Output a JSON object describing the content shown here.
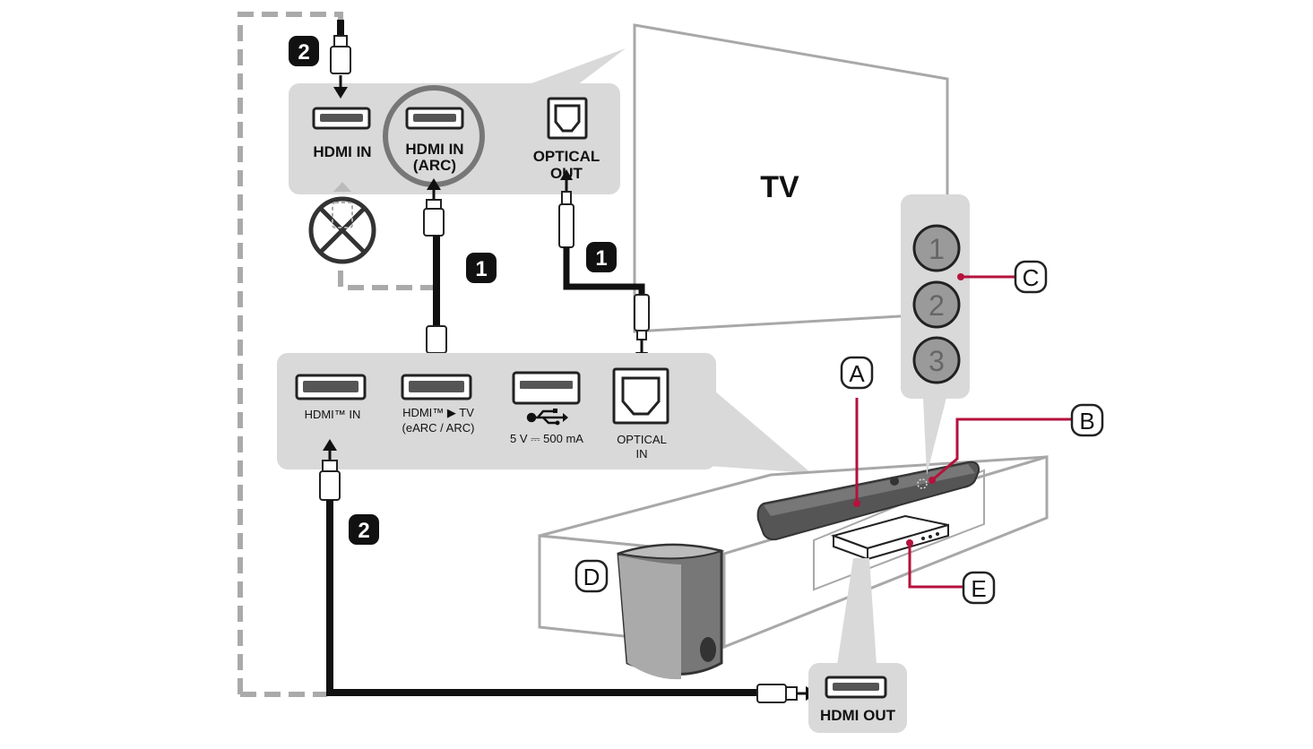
{
  "tv": {
    "label": "TV"
  },
  "tv_ports": {
    "hdmi_in": "HDMI IN",
    "hdmi_in_arc_line1": "HDMI IN",
    "hdmi_in_arc_line2": "(ARC)",
    "optical_out_line1": "OPTICAL",
    "optical_out_line2": "OUT"
  },
  "soundbar_ports": {
    "hdmi_in": "HDMI™ IN",
    "hdmi_tv_line1": "HDMI™ ▶ TV",
    "hdmi_tv_line2": "(eARC / ARC)",
    "usb_power": "5 V ⎓ 500 mA",
    "optical_in_line1": "OPTICAL",
    "optical_in_line2": "IN"
  },
  "device_port": {
    "hdmi_out": "HDMI OUT"
  },
  "steps": {
    "one": "1",
    "two": "2"
  },
  "buttons": [
    "1",
    "2",
    "3"
  ],
  "callouts": {
    "a": "A",
    "b": "B",
    "c": "C",
    "d": "D",
    "e": "E"
  },
  "colors": {
    "panel": "#d9d9d9",
    "accent": "#b5123c",
    "cable": "#111111",
    "dashed": "#aaaaaa",
    "outline": "#a8a8a8"
  }
}
